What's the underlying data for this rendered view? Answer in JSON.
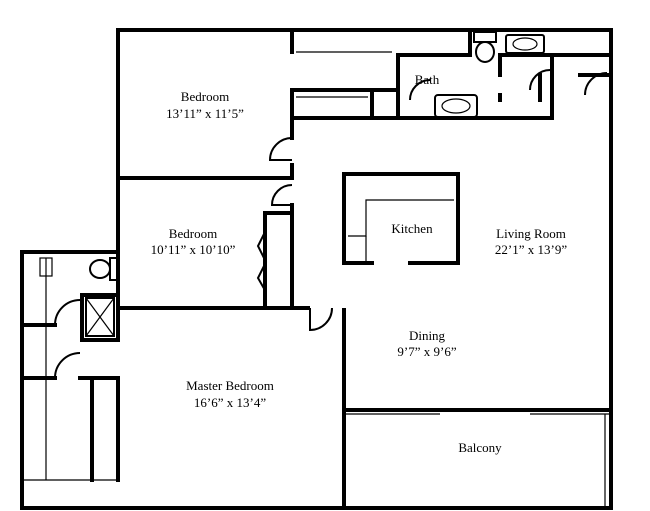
{
  "rooms": {
    "bedroom_1": {
      "name": "Bedroom",
      "size": "13’11” x 11’5”"
    },
    "bath": {
      "name": "Bath"
    },
    "bedroom_2": {
      "name": "Bedroom",
      "size": "10’11” x 10’10”"
    },
    "kitchen": {
      "name": "Kitchen"
    },
    "living_room": {
      "name": "Living Room",
      "size": "22’1” x 13’9”"
    },
    "dining": {
      "name": "Dining",
      "size": "9’7” x 9’6”"
    },
    "master_bedroom": {
      "name": "Master Bedroom",
      "size": "16’6” x 13’4”"
    },
    "balcony": {
      "name": "Balcony"
    }
  }
}
